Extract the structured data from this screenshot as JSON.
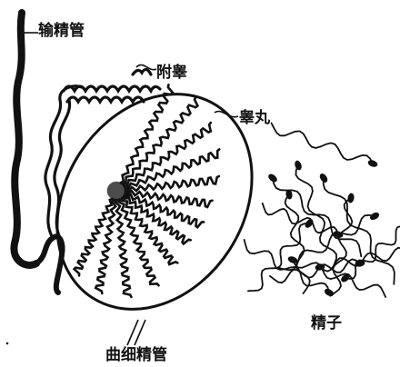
{
  "labels": {
    "vas_deferens": "输精管",
    "epididymis": "附睾",
    "testis": "睾丸",
    "sperm": "精子",
    "seminiferous_tubules": "曲细精管"
  },
  "colors": {
    "ink": "#111111",
    "paper": "#ffffff"
  }
}
